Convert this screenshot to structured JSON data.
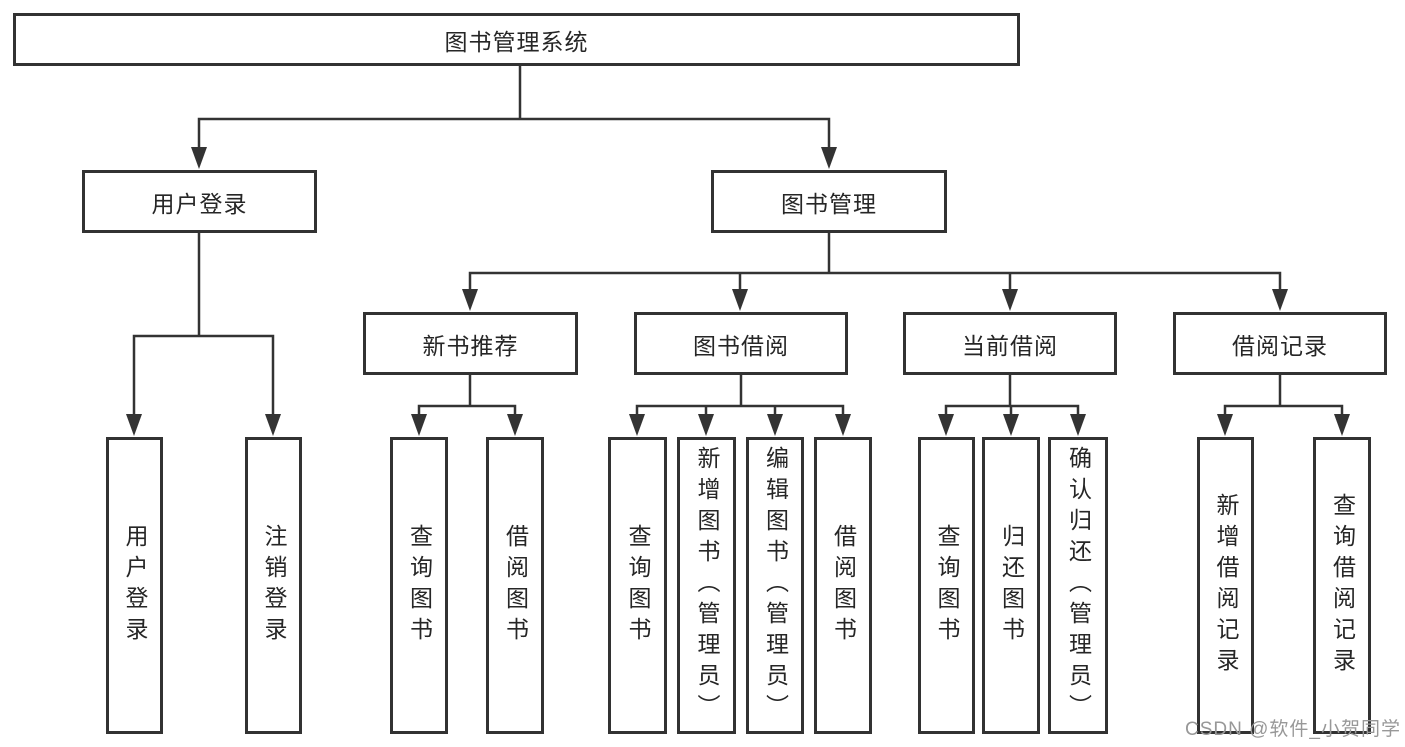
{
  "diagram": {
    "tree": {
      "label": "图书管理系统",
      "children": [
        {
          "label": "用户登录",
          "children": [
            {
              "label": "用户登录"
            },
            {
              "label": "注销登录"
            }
          ]
        },
        {
          "label": "图书管理",
          "children": [
            {
              "label": "新书推荐",
              "children": [
                {
                  "label": "查询图书"
                },
                {
                  "label": "借阅图书"
                }
              ]
            },
            {
              "label": "图书借阅",
              "children": [
                {
                  "label": "查询图书"
                },
                {
                  "label": "新增图书（管理员）"
                },
                {
                  "label": "编辑图书（管理员）"
                },
                {
                  "label": "借阅图书"
                }
              ]
            },
            {
              "label": "当前借阅",
              "children": [
                {
                  "label": "查询图书"
                },
                {
                  "label": "归还图书"
                },
                {
                  "label": "确认归还（管理员）"
                }
              ]
            },
            {
              "label": "借阅记录",
              "children": [
                {
                  "label": "新增借阅记录"
                },
                {
                  "label": "查询借阅记录"
                }
              ]
            }
          ]
        }
      ]
    }
  },
  "watermark": {
    "text": "CSDN @软件_小贺同学"
  },
  "colors": {
    "line": "#333333",
    "box_border": "#323232",
    "text": "#262626",
    "watermark": "#989898",
    "background": "#ffffff"
  }
}
